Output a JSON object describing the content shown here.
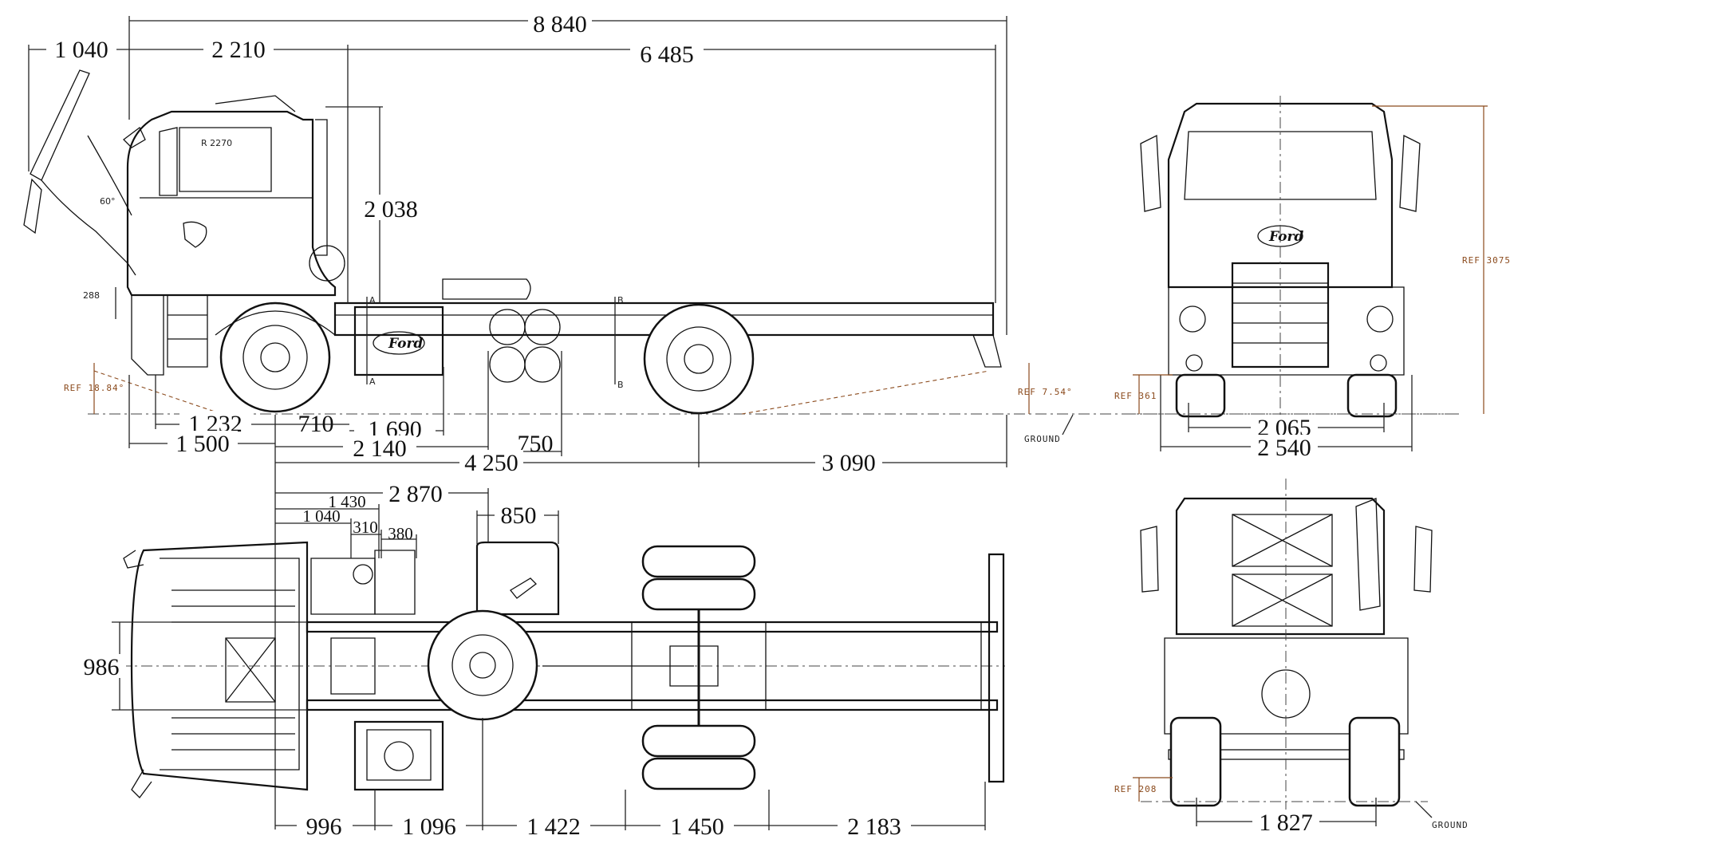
{
  "dimensions": {
    "overall_length": "8 840",
    "front_overhang_open": "1 040",
    "cab_length": "2 210",
    "cab_to_end": "6 485",
    "cab_height": "2 038",
    "overhang_1232": "1 232",
    "d710": "710",
    "d1690": "1 690",
    "d1500": "1 500",
    "d2140": "2 140",
    "d750": "750",
    "wheelbase": "4 250",
    "rear_overhang": "3 090",
    "top_2870": "2 870",
    "top_1430": "1 430",
    "top_1040": "1 040",
    "top_310": "310",
    "top_380": "380",
    "top_850": "850",
    "frame_width": "986",
    "bottom_996": "996",
    "bottom_1096": "1 096",
    "bottom_1422": "1 422",
    "bottom_1450": "1 450",
    "bottom_2183": "2 183",
    "front_track": "2 065",
    "overall_width": "2 540",
    "rear_track": "1 827",
    "small_288": "288"
  },
  "references": {
    "ref_front_angle": "REF 18.84°",
    "ref_rear_angle": "REF 7.54°",
    "ref_front_ground": "REF 361",
    "ref_height": "REF 3075",
    "ref_rear_ground": "REF 208",
    "radius": "R 2270",
    "tilt_angle": "60°"
  },
  "labels": {
    "ground_side": "GROUND",
    "ground_rear": "GROUND",
    "section_a": "A",
    "section_b": "B",
    "brand": "Ford"
  }
}
